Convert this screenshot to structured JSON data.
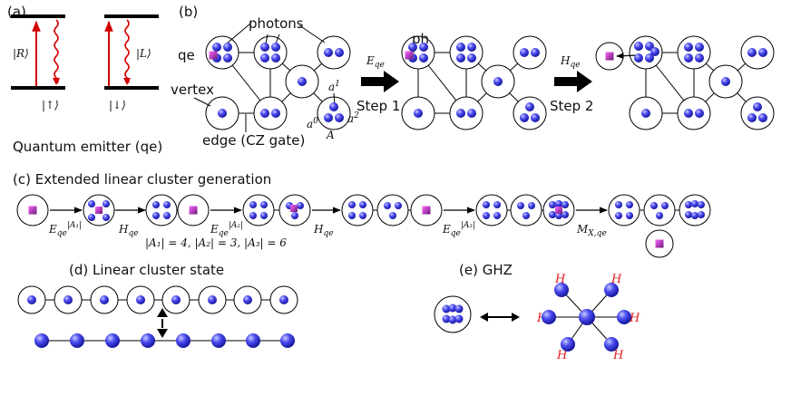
{
  "panels": {
    "a": {
      "label": "(a)",
      "ket_R": "|R⟩",
      "ket_L": "|L⟩",
      "ket_up": "|↑⟩",
      "ket_down": "|↓⟩",
      "caption": "Quantum emitter (qe)"
    },
    "b": {
      "label": "(b)",
      "photons": "photons",
      "qe": "qe",
      "vertex": "vertex",
      "edge": "edge (CZ gate)",
      "ph": "ph",
      "a0": "a",
      "a0_sup": "0",
      "a1": "a",
      "a1_sup": "1",
      "a2": "a",
      "a2_sup": "2",
      "A": "A",
      "E": "E",
      "E_sub": "qe",
      "step1": "Step 1",
      "H": "H",
      "H_sub": "qe",
      "step2": "Step 2"
    },
    "c": {
      "label": "(c) Extended linear cluster generation",
      "ops": [
        "E",
        "H",
        "E",
        "H",
        "E",
        "M"
      ],
      "op_subs": [
        "qe",
        "qe",
        "qe",
        "qe",
        "qe",
        "X,qe"
      ],
      "op_sups": [
        "|A₁|",
        "",
        "|A₂|",
        "",
        "|A₃|",
        ""
      ],
      "sizes": "|A₁| = 4, |A₂| = 3, |A₃| = 6"
    },
    "d": {
      "label": "(d) Linear cluster state"
    },
    "e": {
      "label": "(e) GHZ",
      "h": "H"
    }
  },
  "colors": {
    "photon": "#3a3ae8",
    "emitter": "#9b2fa6",
    "laser": "#d40000",
    "hadamard": "#e21b1b"
  }
}
